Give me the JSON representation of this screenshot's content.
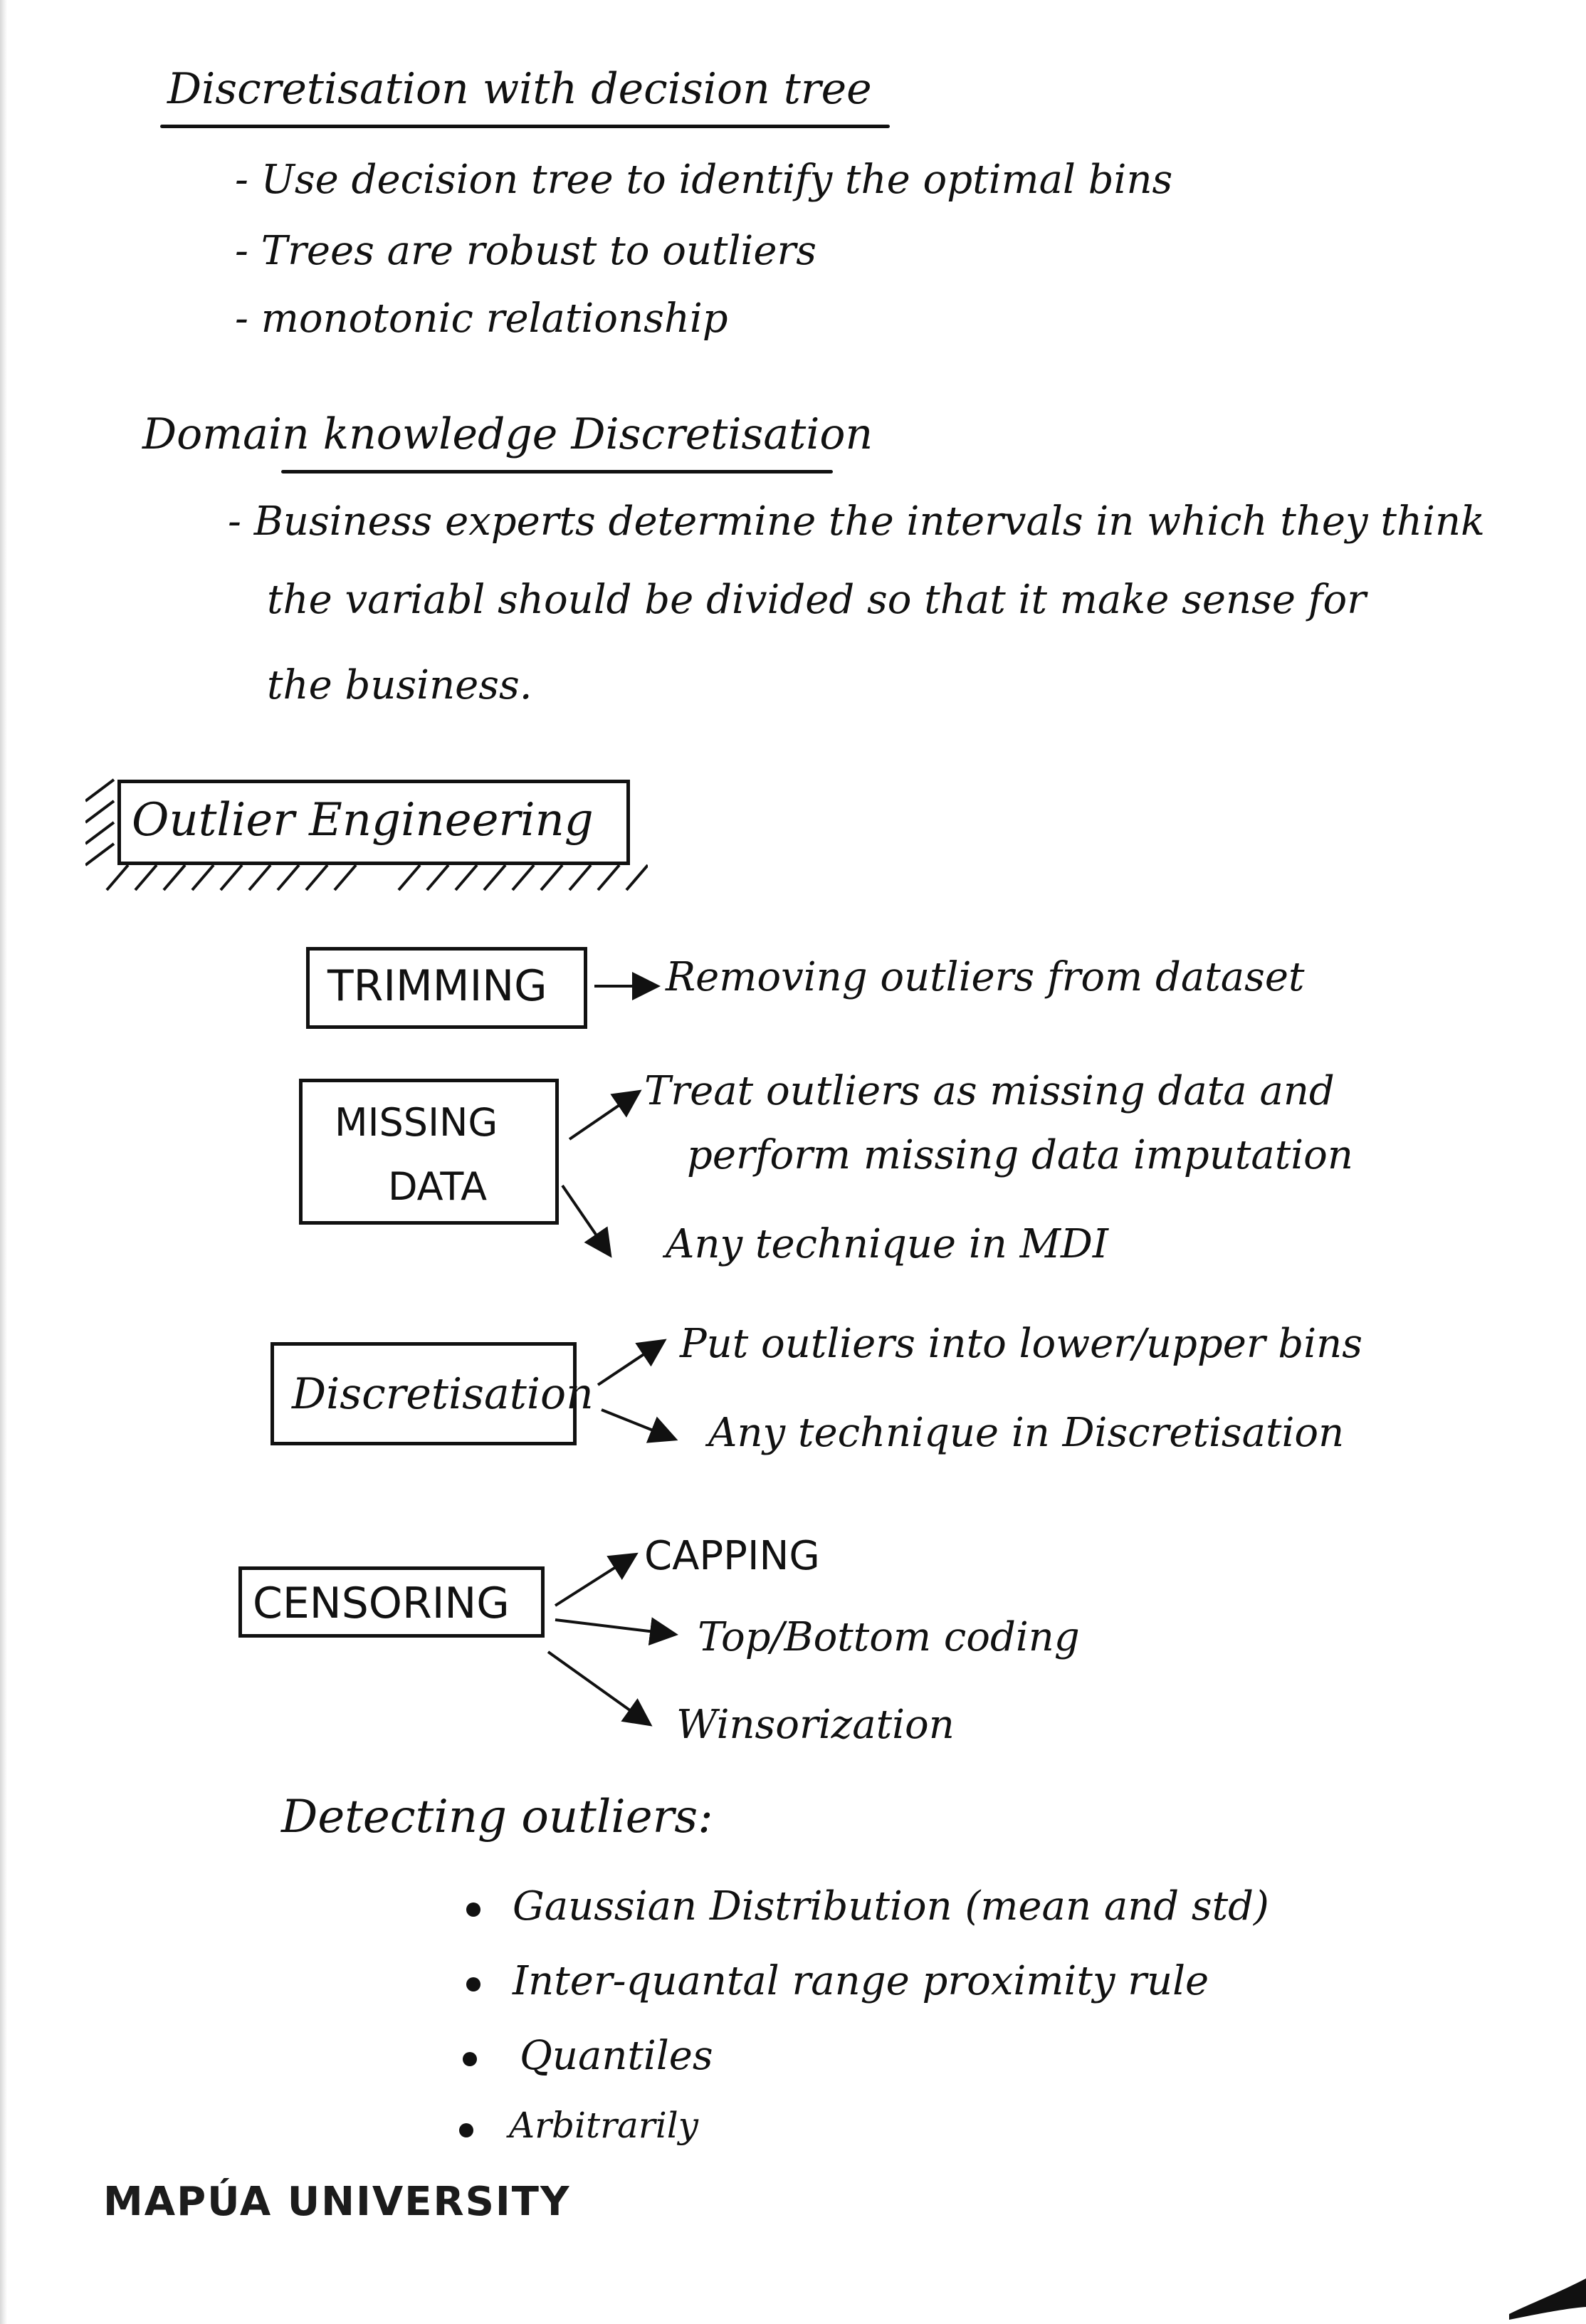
{
  "section1": {
    "title": "Discretisation with decision tree",
    "bullets": [
      "- Use decision tree to identify the optimal bins",
      "- Trees are robust to outliers",
      "- monotonic relationship"
    ]
  },
  "section2": {
    "title": "Domain knowledge Discretisation",
    "lines": [
      "- Business experts determine the intervals in which they think",
      "the variabl should be divided so that it make sense for",
      "the business."
    ]
  },
  "section3": {
    "title": "Outlier Engineering",
    "methods": [
      {
        "label": "TRIMMING",
        "items": [
          "Removing outliers from dataset"
        ]
      },
      {
        "label_line1": "MISSING",
        "label_line2": "DATA",
        "items": [
          "Treat outliers as missing data and",
          "perform missing data imputation",
          "Any technique in MDI"
        ]
      },
      {
        "label": "Discretisation",
        "items": [
          "Put outliers into lower/upper bins",
          "Any technique in Discretisation"
        ]
      },
      {
        "label": "CENSORING",
        "items": [
          "CAPPING",
          "Top/Bottom coding",
          "Winsorization"
        ]
      }
    ]
  },
  "detecting": {
    "title": "Detecting outliers:",
    "bullets": [
      "Gaussian Distribution (mean and std)",
      "Inter-quantal range proximity rule",
      "Quantiles",
      "Arbitrarily"
    ]
  },
  "footer": {
    "brand": "MAPÚA UNIVERSITY"
  }
}
